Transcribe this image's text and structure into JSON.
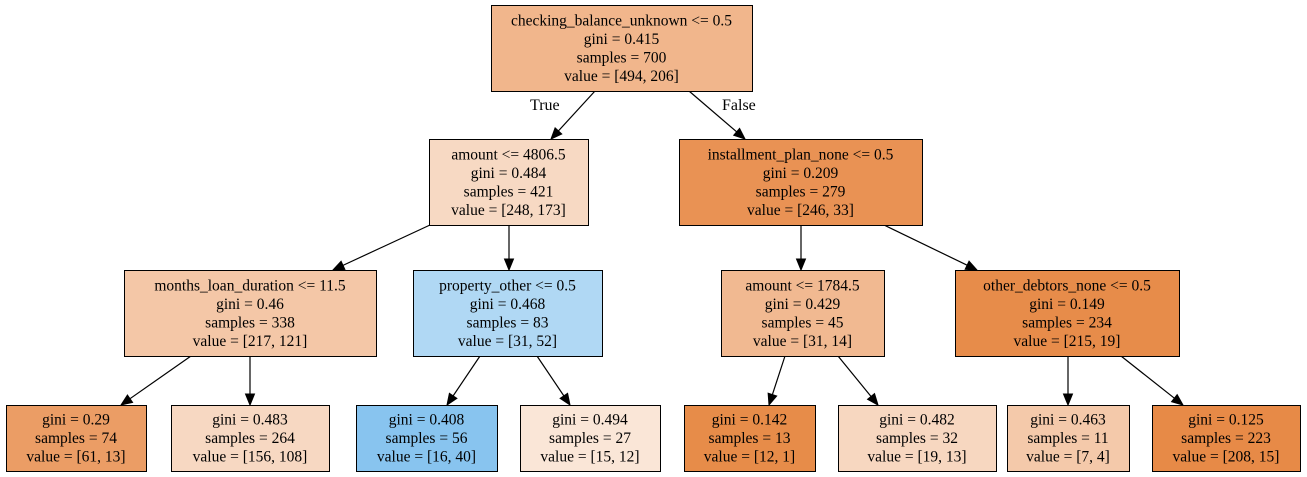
{
  "nodes": [
    {
      "id": "n0",
      "lines": [
        "checking_balance_unknown <= 0.5",
        "gini = 0.415",
        "samples = 700",
        "value = [494, 206]"
      ],
      "color": "#f1b68c"
    },
    {
      "id": "n1",
      "lines": [
        "amount <= 4806.5",
        "gini = 0.484",
        "samples = 421",
        "value = [248, 173]"
      ],
      "color": "#f7d9c3"
    },
    {
      "id": "n2",
      "lines": [
        "installment_plan_none <= 0.5",
        "gini = 0.209",
        "samples = 279",
        "value = [246, 33]"
      ],
      "color": "#e99254"
    },
    {
      "id": "n3",
      "lines": [
        "months_loan_duration <= 11.5",
        "gini = 0.46",
        "samples = 338",
        "value = [217, 121]"
      ],
      "color": "#f4c7a7"
    },
    {
      "id": "n4",
      "lines": [
        "property_other <= 0.5",
        "gini = 0.468",
        "samples = 83",
        "value = [31, 52]"
      ],
      "color": "#b0d8f4"
    },
    {
      "id": "n5",
      "lines": [
        "amount <= 1784.5",
        "gini = 0.429",
        "samples = 45",
        "value = [31, 14]"
      ],
      "color": "#f1b991"
    },
    {
      "id": "n6",
      "lines": [
        "other_debtors_none <= 0.5",
        "gini = 0.149",
        "samples = 234",
        "value = [215, 19]"
      ],
      "color": "#e78c4a"
    },
    {
      "id": "n7",
      "lines": [
        "gini = 0.29",
        "samples = 74",
        "value = [61, 13]"
      ],
      "color": "#eb9d65"
    },
    {
      "id": "n8",
      "lines": [
        "gini = 0.483",
        "samples = 264",
        "value = [156, 108]"
      ],
      "color": "#f7d8c2"
    },
    {
      "id": "n9",
      "lines": [
        "gini = 0.408",
        "samples = 56",
        "value = [16, 40]"
      ],
      "color": "#88c4ef"
    },
    {
      "id": "n10",
      "lines": [
        "gini = 0.494",
        "samples = 27",
        "value = [15, 12]"
      ],
      "color": "#fae6d7"
    },
    {
      "id": "n11",
      "lines": [
        "gini = 0.142",
        "samples = 13",
        "value = [12, 1]"
      ],
      "color": "#e78c49"
    },
    {
      "id": "n12",
      "lines": [
        "gini = 0.482",
        "samples = 32",
        "value = [19, 13]"
      ],
      "color": "#f7d7c0"
    },
    {
      "id": "n13",
      "lines": [
        "gini = 0.463",
        "samples = 11",
        "value = [7, 4]"
      ],
      "color": "#f4c9aa"
    },
    {
      "id": "n14",
      "lines": [
        "gini = 0.125",
        "samples = 223",
        "value = [208, 15]"
      ],
      "color": "#e78a47"
    }
  ],
  "edges": [
    {
      "from": "n0",
      "to": "n1",
      "label": "True"
    },
    {
      "from": "n0",
      "to": "n2",
      "label": "False"
    },
    {
      "from": "n1",
      "to": "n3",
      "label": ""
    },
    {
      "from": "n1",
      "to": "n4",
      "label": ""
    },
    {
      "from": "n2",
      "to": "n5",
      "label": ""
    },
    {
      "from": "n2",
      "to": "n6",
      "label": ""
    },
    {
      "from": "n3",
      "to": "n7",
      "label": ""
    },
    {
      "from": "n3",
      "to": "n8",
      "label": ""
    },
    {
      "from": "n4",
      "to": "n9",
      "label": ""
    },
    {
      "from": "n4",
      "to": "n10",
      "label": ""
    },
    {
      "from": "n5",
      "to": "n11",
      "label": ""
    },
    {
      "from": "n5",
      "to": "n12",
      "label": ""
    },
    {
      "from": "n6",
      "to": "n13",
      "label": ""
    },
    {
      "from": "n6",
      "to": "n14",
      "label": ""
    }
  ]
}
